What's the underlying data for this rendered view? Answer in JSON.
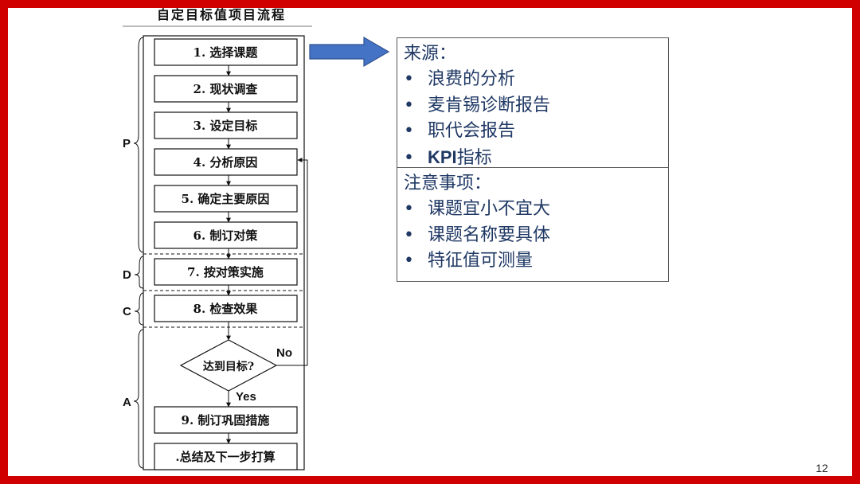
{
  "flowchart": {
    "title": "自定目标值项目流程",
    "steps": [
      "1. 选择课题",
      "2. 现状调查",
      "3. 设定目标",
      "4. 分析原因",
      "5. 确定主要原因",
      "6. 制订对策",
      "7. 按对策实施",
      "8. 检查效果"
    ],
    "decision": "达到目标?",
    "decision_no": "No",
    "decision_yes": "Yes",
    "after_steps": [
      "9. 制订巩固措施",
      ".总结及下一步打算"
    ],
    "phases": [
      "P",
      "D",
      "C",
      "A"
    ]
  },
  "info_box": {
    "source_heading": "来源：",
    "source_items": [
      "浪费的分析",
      "麦肯锡诊断报告",
      "职代会报告"
    ],
    "source_kpi_bold": "KPI",
    "source_kpi_rest": "指标",
    "notes_heading": "注意事项：",
    "notes_items": [
      "课题宜小不宜大",
      "课题名称要具体",
      "特征值可测量"
    ],
    "bullet": "•"
  },
  "page_number": "12",
  "colors": {
    "border": "#d00000",
    "arrow": "#4472c4",
    "text": "#1f3864"
  }
}
